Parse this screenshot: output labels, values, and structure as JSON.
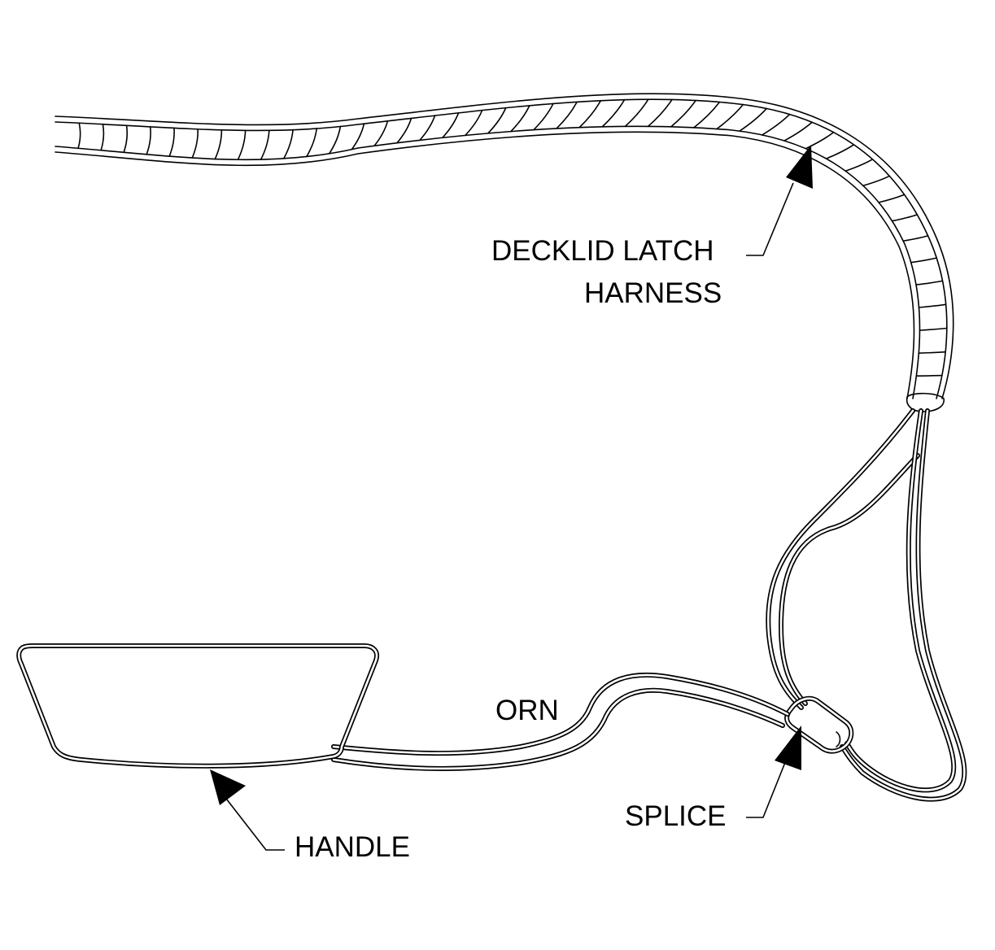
{
  "labels": {
    "decklid_line1": "DECKLID LATCH",
    "decklid_line2": "HARNESS",
    "orn": "ORN",
    "splice": "SPLICE",
    "handle": "HANDLE"
  },
  "colors": {
    "line": "#000000",
    "background": "#ffffff"
  }
}
